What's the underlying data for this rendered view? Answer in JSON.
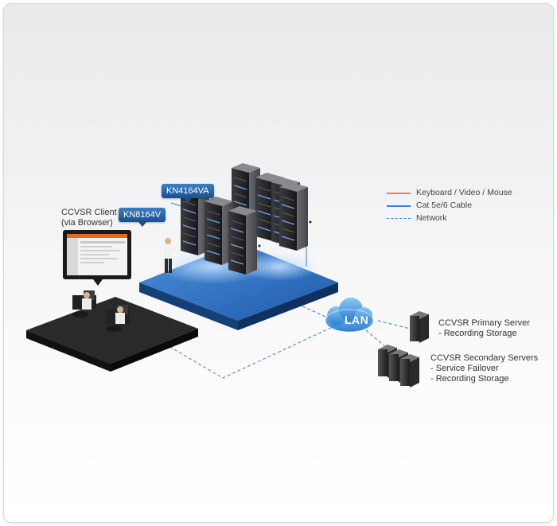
{
  "labels": {
    "client_title": "CCVSR Client",
    "client_subtitle": "(via Browser)",
    "badge_kn8164v": "KN8164V",
    "badge_kn4164va": "KN4164VA",
    "lan": "LAN",
    "primary_title": "CCVSR Primary Server",
    "primary_line1": "- Recording Storage",
    "secondary_title": "CCVSR Secondary Servers",
    "secondary_line1": "- Service Failover",
    "secondary_line2": "- Recording Storage"
  },
  "legend": [
    {
      "label": "Keyboard / Video / Mouse",
      "color": "#f0803c",
      "style": "solid"
    },
    {
      "label": "Cat 5e/6 Cable",
      "color": "#3b7fd0",
      "style": "solid"
    },
    {
      "label": "Network",
      "color": "#3b7fd0",
      "style": "dashed"
    }
  ],
  "colors": {
    "platform_blue": "#2f6fc0",
    "platform_dark": "#1e1e1e",
    "network_dash": "#5a8fd0",
    "cloud": "#4a9be0"
  },
  "icons": [
    "rack-icon",
    "monitor-icon",
    "workstation-icon",
    "operator-icon",
    "server-icon",
    "cloud-icon"
  ]
}
